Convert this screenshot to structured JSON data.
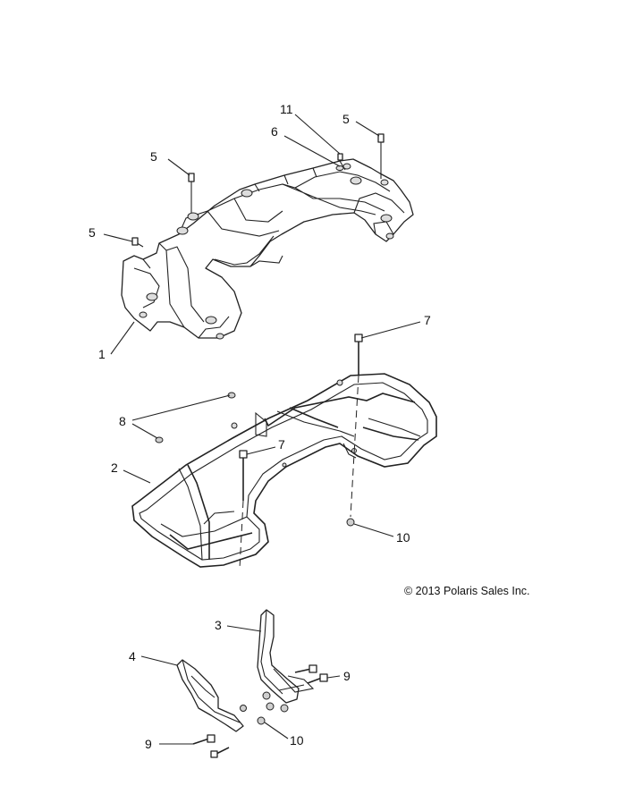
{
  "copyright": "© 2013 Polaris Sales Inc.",
  "callouts": {
    "c11": "11",
    "c6": "6",
    "c5a": "5",
    "c5b": "5",
    "c5c": "5",
    "c1": "1",
    "c7a": "7",
    "c8": "8",
    "c7b": "7",
    "c2": "2",
    "c10a": "10",
    "c3": "3",
    "c4": "4",
    "c9a": "9",
    "c9b": "9",
    "c10b": "10"
  }
}
